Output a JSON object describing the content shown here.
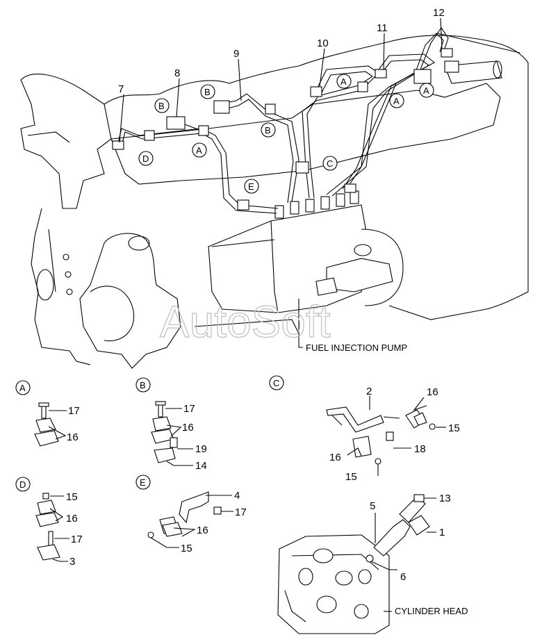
{
  "watermark": "AutoSoft",
  "main": {
    "callouts": [
      "7",
      "8",
      "9",
      "10",
      "11",
      "12"
    ],
    "pump_label": "FUEL INJECTION PUMP",
    "circles": [
      "A",
      "B",
      "C",
      "D",
      "E"
    ]
  },
  "detail_a": {
    "letter": "A",
    "nums": [
      "17",
      "16"
    ]
  },
  "detail_b": {
    "letter": "B",
    "nums": [
      "17",
      "16",
      "19",
      "14"
    ]
  },
  "detail_c": {
    "letter": "C",
    "nums": [
      "2",
      "16",
      "15",
      "18",
      "16",
      "15"
    ]
  },
  "detail_d": {
    "letter": "D",
    "nums": [
      "15",
      "16",
      "17",
      "3"
    ]
  },
  "detail_e": {
    "letter": "E",
    "nums": [
      "4",
      "17",
      "16",
      "15"
    ]
  },
  "injector": {
    "nums": [
      "5",
      "13",
      "1",
      "6"
    ],
    "head_label": "CYLINDER HEAD"
  }
}
